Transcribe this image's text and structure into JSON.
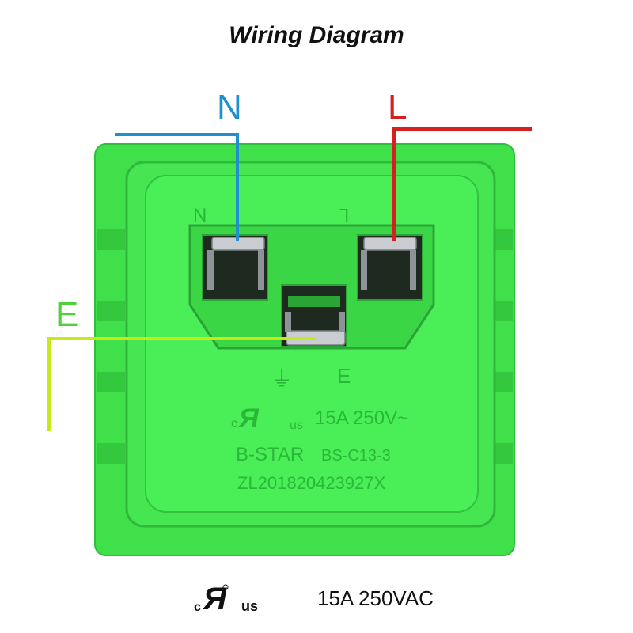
{
  "title": "Wiring Diagram",
  "wires": {
    "neutral": {
      "label": "N",
      "color": "#1e8fcf"
    },
    "live": {
      "label": "L",
      "color": "#d62020"
    },
    "earth": {
      "label": "E",
      "color": "#c8e818",
      "label_color": "#4fd13a"
    }
  },
  "socket": {
    "body_color": "#3fe04a",
    "pin_labels": {
      "neutral": "N",
      "live": "L",
      "earth": "⏚"
    },
    "rating_marking": "15A 250V~",
    "cert_c": "c",
    "cert_us": "us",
    "brand_marking": "B-STAR",
    "model_marking": "BS-C13-3",
    "patent_marking": "ZL201820423927X",
    "earth_mark": "⏚",
    "e_mark": "E"
  },
  "footer": {
    "cert_c": "c",
    "cert_us": "us",
    "rating": "15A 250VAC"
  }
}
